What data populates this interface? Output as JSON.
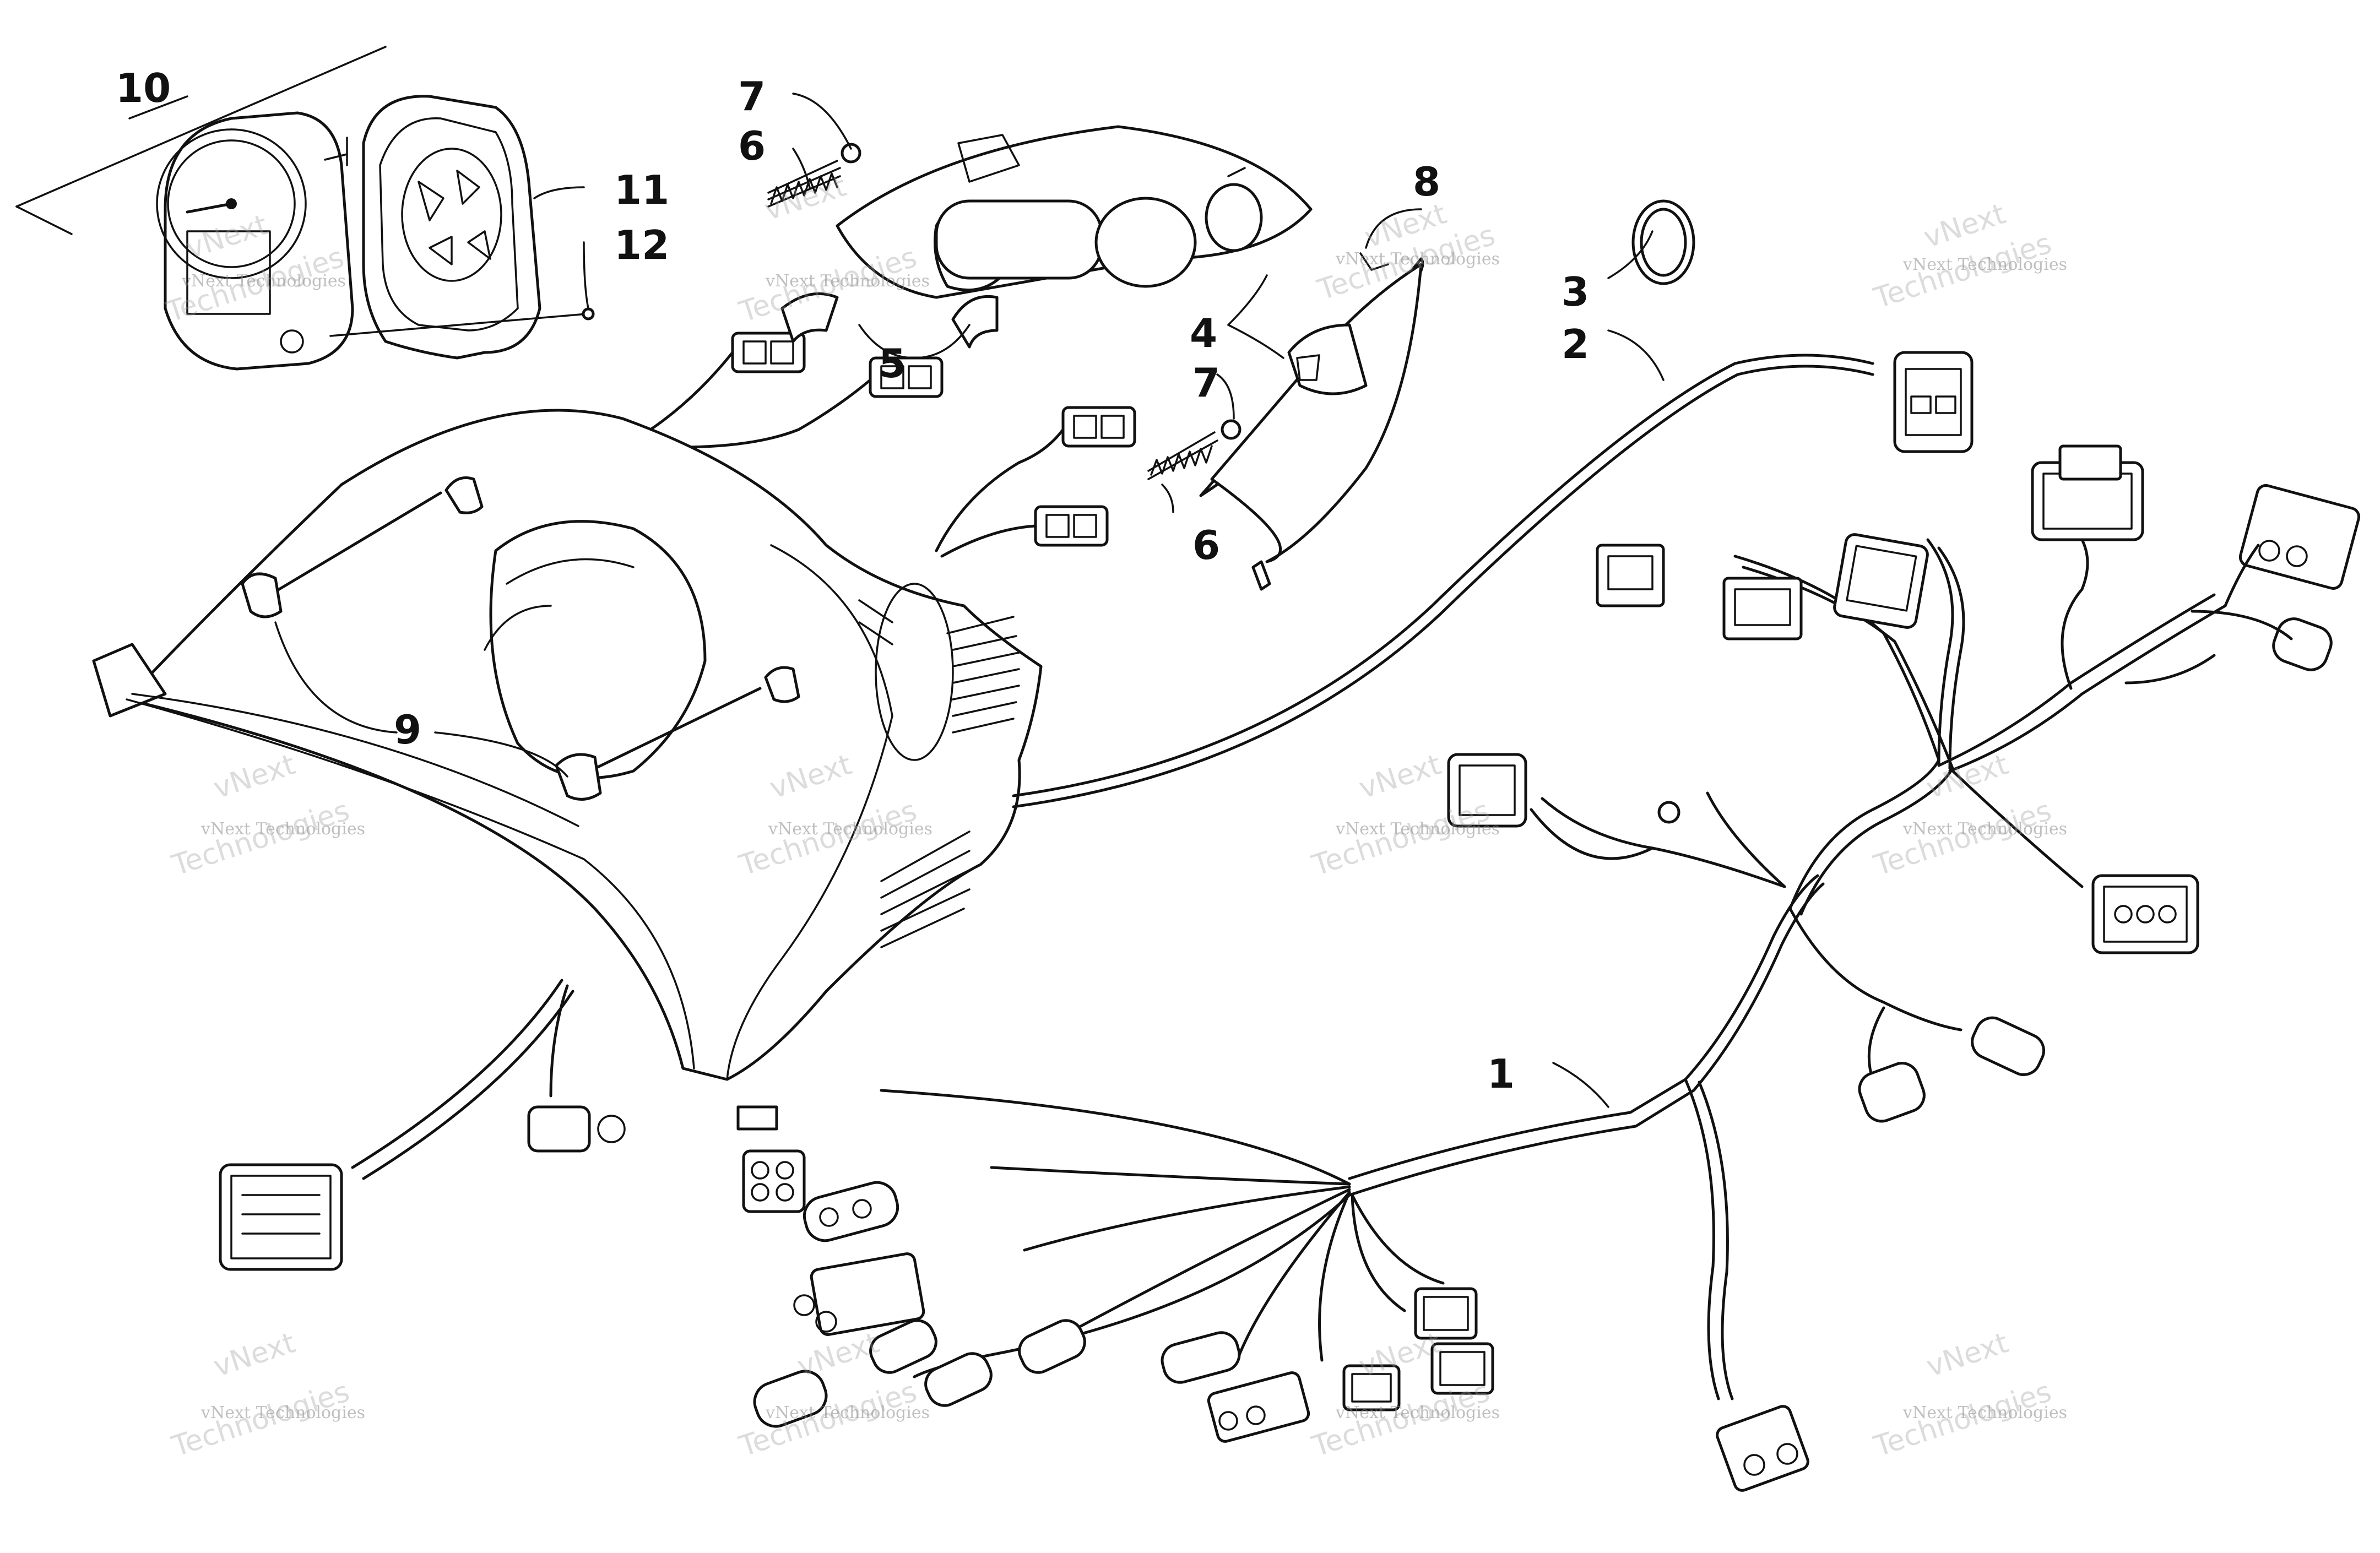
{
  "callouts": [
    {
      "id": "1",
      "label": "1"
    },
    {
      "id": "2",
      "label": "2"
    },
    {
      "id": "3",
      "label": "3"
    },
    {
      "id": "4",
      "label": "4"
    },
    {
      "id": "5",
      "label": "5"
    },
    {
      "id": "6a",
      "label": "6"
    },
    {
      "id": "6b",
      "label": "6"
    },
    {
      "id": "7a",
      "label": "7"
    },
    {
      "id": "7b",
      "label": "7"
    },
    {
      "id": "8",
      "label": "8"
    },
    {
      "id": "9",
      "label": "9"
    },
    {
      "id": "10",
      "label": "10"
    },
    {
      "id": "11",
      "label": "11"
    },
    {
      "id": "12",
      "label": "12"
    }
  ],
  "watermark": {
    "line1": "vNext Technologies",
    "line2": "Technologies",
    "line3": "vNext"
  }
}
